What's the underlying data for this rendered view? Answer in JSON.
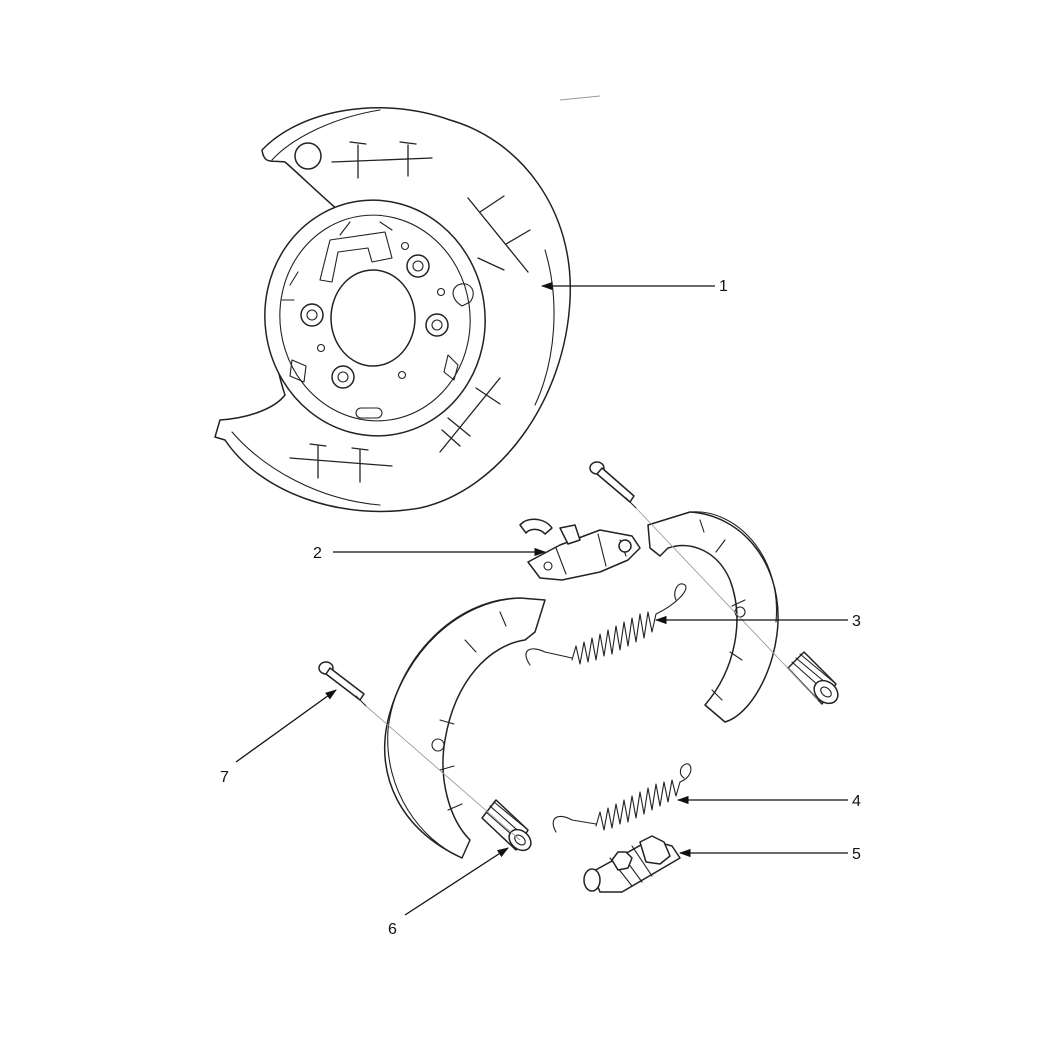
{
  "callouts": [
    {
      "number": "1"
    },
    {
      "number": "2"
    },
    {
      "number": "3"
    },
    {
      "number": "4"
    },
    {
      "number": "5"
    },
    {
      "number": "6"
    },
    {
      "number": "7"
    }
  ],
  "colors": {
    "line": "#222222",
    "background": "#ffffff",
    "axis": "#9a9a9a"
  }
}
